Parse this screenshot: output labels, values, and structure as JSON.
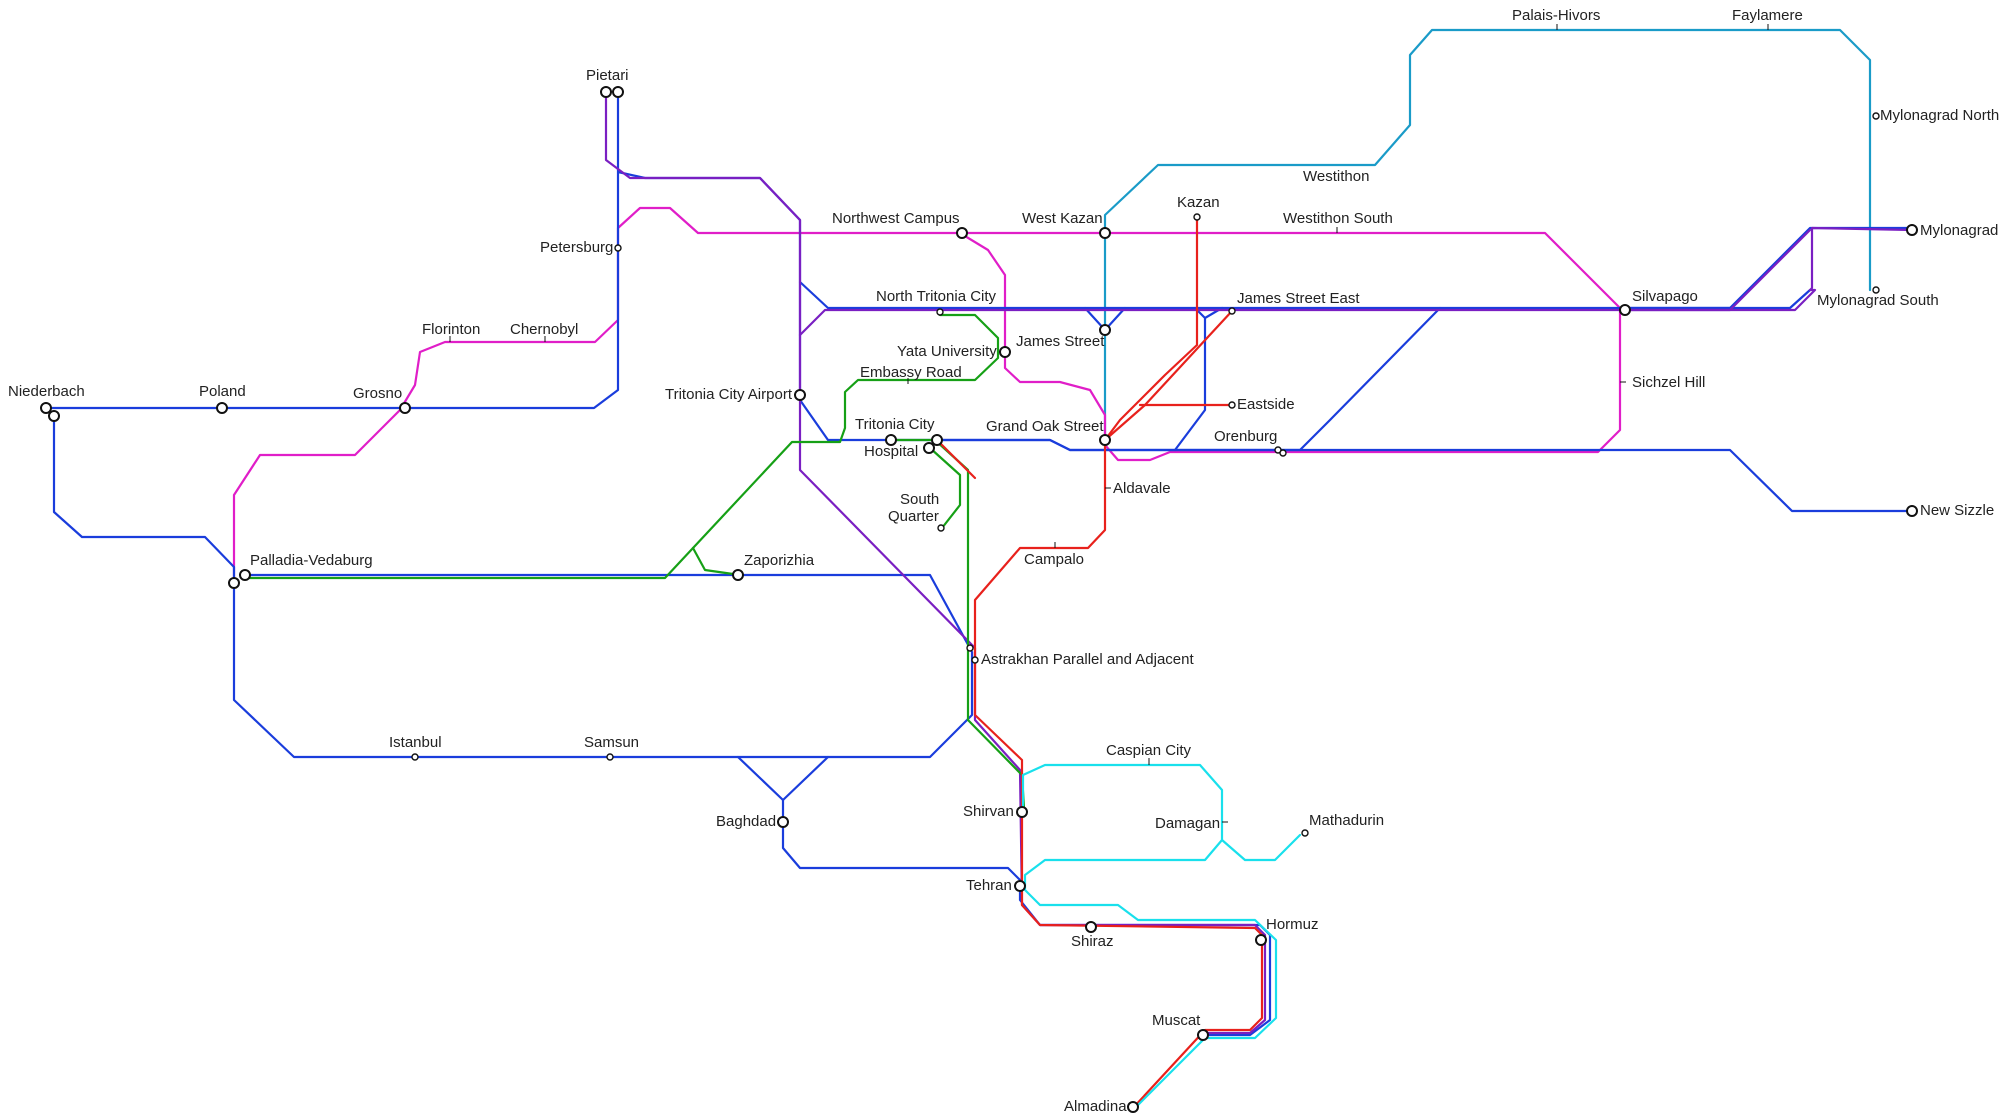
{
  "map": {
    "line_colors": {
      "blue": "#1a3ddc",
      "purple": "#7a1fc2",
      "magenta": "#e01ec8",
      "green": "#16a016",
      "red": "#e8211c",
      "teal": "#1a9bc8",
      "cyan": "#19e0ec"
    },
    "stations": {
      "pietari": "Pietari",
      "petersburg": "Petersburg",
      "florinton": "Florinton",
      "chernobyl": "Chernobyl",
      "niederbach": "Niederbach",
      "poland": "Poland",
      "grosno": "Grosno",
      "palladia_vedaburg": "Palladia-Vedaburg",
      "zaporizhia": "Zaporizhia",
      "tritonia_city_airport": "Tritonia City Airport",
      "north_tritonia_city": "North Tritonia City",
      "yata_university": "Yata University",
      "embassy_road": "Embassy Road",
      "tritonia_city": "Tritonia City",
      "hospital": "Hospital",
      "south_quarter_1": "South",
      "south_quarter_2": "Quarter",
      "northwest_campus": "Northwest Campus",
      "west_kazan": "West Kazan",
      "kazan": "Kazan",
      "westithon_south": "Westithon South",
      "westithon": "Westithon",
      "palais_hivors": "Palais-Hivors",
      "faylamere": "Faylamere",
      "mylonagrad_north": "Mylonagrad North",
      "mylonagrad": "Mylonagrad",
      "mylonagrad_south": "Mylonagrad South",
      "james_street_east": "James Street East",
      "james_street": "James Street",
      "silvapago": "Silvapago",
      "sichzel_hill": "Sichzel Hill",
      "eastside": "Eastside",
      "grand_oak_street": "Grand Oak Street",
      "orenburg": "Orenburg",
      "new_sizzle": "New Sizzle",
      "aldavale": "Aldavale",
      "campalo": "Campalo",
      "astrakhan": "Astrakhan Parallel and Adjacent",
      "istanbul": "Istanbul",
      "samsun": "Samsun",
      "baghdad": "Baghdad",
      "shirvan": "Shirvan",
      "caspian_city": "Caspian City",
      "damagan": "Damagan",
      "mathadurin": "Mathadurin",
      "tehran": "Tehran",
      "shiraz": "Shiraz",
      "hormuz": "Hormuz",
      "muscat": "Muscat",
      "almadina": "Almadina"
    }
  }
}
